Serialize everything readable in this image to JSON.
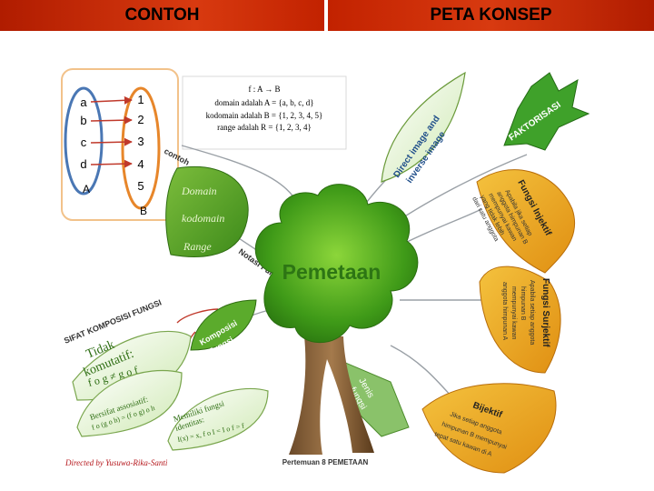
{
  "header": {
    "left_title": "CONTOH",
    "right_title": "PETA KONSEP"
  },
  "mapping_example": {
    "domain_items": [
      "a",
      "b",
      "c",
      "d"
    ],
    "domain_label": "A",
    "codomain_items": [
      "1",
      "2",
      "3",
      "4",
      "5"
    ],
    "codomain_label": "B"
  },
  "definition_box": {
    "line1": "f : A → B",
    "line2": "domain  adalah  A = {a, b, c, d}",
    "line3": "kodomain  adalah B = {1, 2, 3, 4, 5}",
    "line4": "range  adalah  R = {1, 2, 3, 4}"
  },
  "center_label": "Pemetaan",
  "branches": {
    "contoh": "contoh",
    "notasi": "Notasi Fungsi",
    "direct": [
      "Direct image and",
      "inverse image"
    ],
    "faktorisasi": "FAKTORISASI",
    "komposisi": [
      "Komposisi",
      "Fungsi"
    ],
    "jenis": [
      "Jenis",
      "fungsi"
    ]
  },
  "leaf_notasi": {
    "l1": "Domain",
    "l2": "kodomain",
    "l3": "Range"
  },
  "injektif": {
    "title": "Fungsi Injektif",
    "text": [
      "Apabila jika setiap",
      "anggota himpunan B",
      "mempunyai kawan",
      "yang tidak lebih",
      "dari satu anggota"
    ]
  },
  "surjektif": {
    "title": "Fungsi Surjektif",
    "text": [
      "Apabila setiap anggota",
      "himpunan B",
      "mempunyai kawan",
      "anggota himpunan A"
    ]
  },
  "bijektif": {
    "title": "Bijektif",
    "text": [
      "Jika setiap anggota",
      "himpunan B mempunyai",
      "tepat satu kawan di A"
    ]
  },
  "sifat_label": "SIFAT KOMPOSISI FUNGSI",
  "sifat1": {
    "l1": "Tidak",
    "l2": "komutatif:",
    "l3": "f o g ≠ g o f"
  },
  "sifat2": {
    "l1": "Bersifat assosiatif:",
    "l2": "f o (g o h) = (f o g) o h"
  },
  "sifat3": {
    "l1": "Memiliki fungsi",
    "l2": "identitas:",
    "l3": "I(x) = x, f o I = I o f = f"
  },
  "footer": {
    "left": "Directed by Yusuwa-Rika-Santi",
    "center": "Pertemuan 8 PEMETAAN"
  }
}
